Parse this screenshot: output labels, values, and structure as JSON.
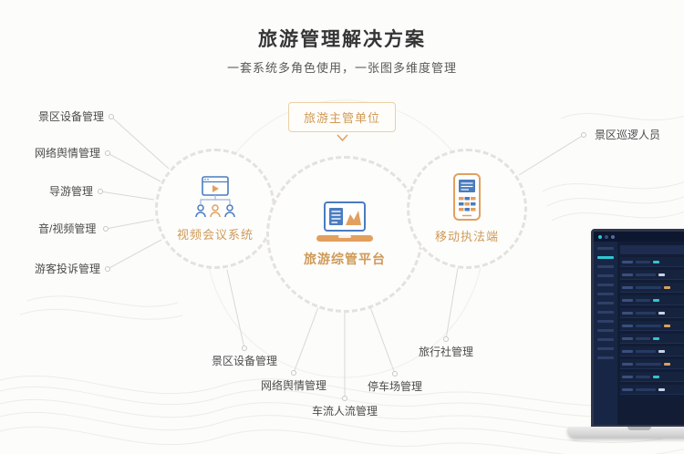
{
  "page": {
    "title": "旅游管理解决方案",
    "subtitle": "一套系统多角色使用，一张图多维度管理"
  },
  "hub": {
    "authority_label": "旅游主管单位"
  },
  "nodes": {
    "video_conference": "视频会议系统",
    "platform": "旅游综管平台",
    "mobile_enforcement": "移动执法端"
  },
  "left_labels": [
    "景区设备管理",
    "网络舆情管理",
    "导游管理",
    "音/视频管理",
    "游客投诉管理"
  ],
  "right_labels": [
    "景区巡逻人员"
  ],
  "bottom_labels": [
    "景区设备管理",
    "网络舆情管理",
    "车流人流管理",
    "停车场管理",
    "旅行社管理"
  ],
  "icons": {
    "video_conference": "video-conference-icon",
    "platform": "laptop-chart-icon",
    "mobile_enforcement": "mobile-terminal-icon",
    "chevron": "chevron-down-icon"
  },
  "colors": {
    "accent_orange": "#cf9a57",
    "icon_orange": "#e2a05f",
    "icon_blue": "#4a7cc0",
    "title": "#353535",
    "label": "#4c4c4c",
    "connector": "#d8d8d6",
    "ring": "#e4e2de",
    "dashboard_bg": "#121d35",
    "dashboard_teal": "#2fc5d2"
  }
}
